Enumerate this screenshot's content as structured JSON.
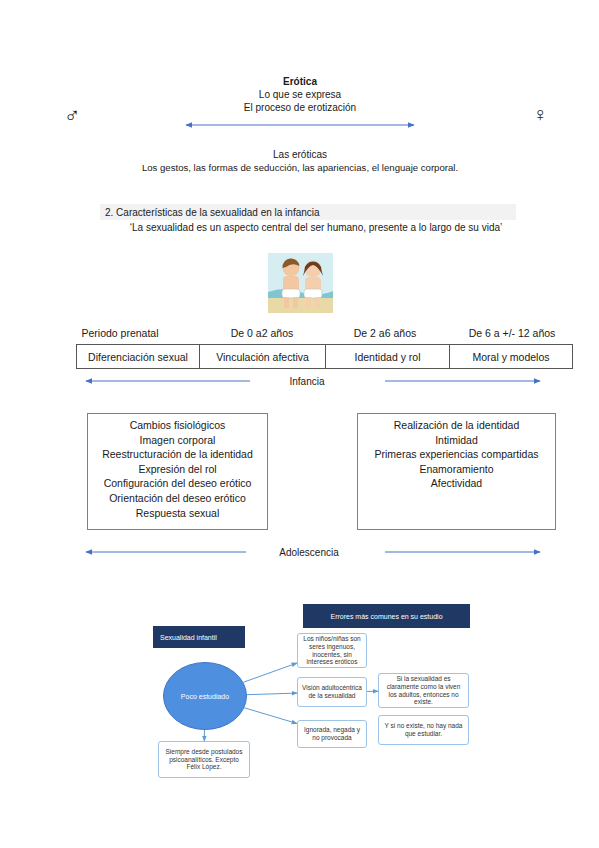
{
  "diagram": {
    "nodes": [
      {
        "text": [
          "2. Características de la sexualidad en la infancia"
        ]
      },
      {
        "text": [
          "Diferenciación sexual"
        ]
      },
      {
        "text": [
          "Vinculación afectiva"
        ]
      },
      {
        "text": [
          "Identidad y rol"
        ]
      },
      {
        "text": [
          "Moral y modelos"
        ]
      },
      {
        "text": [
          "Cambios fisiológicos",
          "Imagen corporal",
          "Reestructuración de la identidad",
          "Expresión del rol",
          "Configuración del deseo erótico",
          "Orientación del deseo erótico",
          "Respuesta sexual"
        ]
      },
      {
        "text": [
          "Realización de la identidad",
          "Intimidad",
          "Primeras experiencias compartidas",
          "Enamoramiento",
          "Afectividad"
        ]
      },
      {
        "text": [
          "Errores más comunes en su estudio"
        ]
      },
      {
        "text": [
          "Sexualidad infantil"
        ]
      },
      {
        "text": [
          "Los niños/niñas son seres ingenuos, inocentes, sin intereses eróticos"
        ]
      },
      {
        "text": [
          "Poco estudiado"
        ]
      },
      {
        "text": [
          "Si la sexualidad es claramente como la viven los adultos, entonces no existe."
        ]
      },
      {
        "text": [
          "Visión adultocéntrica de la sexualidad"
        ]
      },
      {
        "text": [
          "Y si no existe, no hay nada que estudiar."
        ]
      },
      {
        "text": [
          "Ignorada, negada y no provocada"
        ]
      },
      {
        "text": [
          "Siempre desde postulados psicoanalíticos. Excepto Félix López."
        ]
      }
    ],
    "edges": [
      {
        "from": 10,
        "to": 9,
        "arrow": "to"
      },
      {
        "from": 10,
        "to": 12,
        "arrow": "to"
      },
      {
        "from": 10,
        "to": 14,
        "arrow": "to"
      },
      {
        "from": 10,
        "to": 15,
        "arrow": "to"
      },
      {
        "from": 12,
        "to": 11,
        "arrow": "to"
      }
    ],
    "labels": [
      "Erótica",
      "Lo que se expresa",
      "El proceso de erotización",
      "♂",
      "♀",
      "Las eróticas",
      "Los gestos, las formas de seducción, las apariencias, el lenguaje corporal.",
      "‘La sexualidad es un aspecto central del ser humano, presente a lo largo de su vida’",
      "Periodo prenatal",
      "De 0 a2 años",
      "De 2 a6 años",
      "De 6 a +/- 12 años",
      "Infancia",
      "Adolescencia"
    ]
  }
}
